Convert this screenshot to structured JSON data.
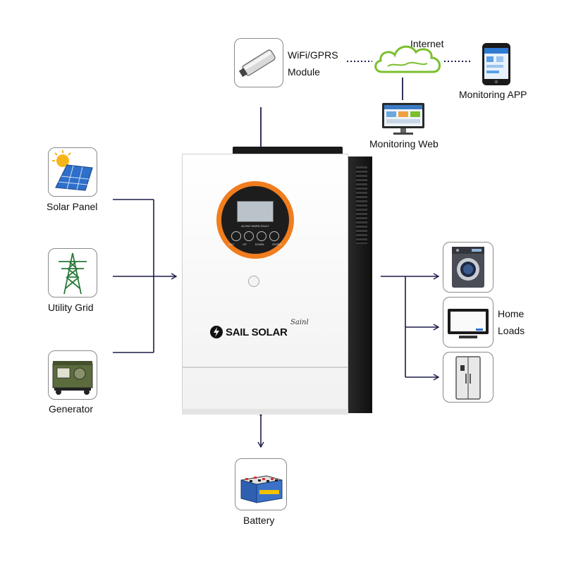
{
  "module": {
    "line1": "WiFi/GPRS",
    "line2": "Module"
  },
  "internet": {
    "label": "Internet"
  },
  "monitoring_app": {
    "label": "Monitoring APP"
  },
  "monitoring_web": {
    "label": "Monitoring Web"
  },
  "sources": [
    {
      "label": "Solar Panel",
      "icon": "solar-panel-icon"
    },
    {
      "label": "Utility Grid",
      "icon": "power-tower-icon"
    },
    {
      "label": "Generator",
      "icon": "generator-icon"
    }
  ],
  "home_loads": {
    "line1": "Home",
    "line2": "Loads"
  },
  "loads": [
    {
      "icon": "washing-machine-icon"
    },
    {
      "icon": "television-icon"
    },
    {
      "icon": "refrigerator-icon"
    }
  ],
  "battery": {
    "label": "Battery",
    "icon": "battery-icon"
  },
  "inverter": {
    "brand": "SAIL SOLAR",
    "brand_script": "Sainl",
    "button_labels": [
      "ESC",
      "UP",
      "DOWN",
      "ENTER"
    ],
    "indicator_labels": "AC/INV  WARN  FAULT"
  },
  "colors": {
    "line": "#1c1c4a",
    "accent_ring": "#f07d1e",
    "cloud": "#7bbf2e"
  }
}
